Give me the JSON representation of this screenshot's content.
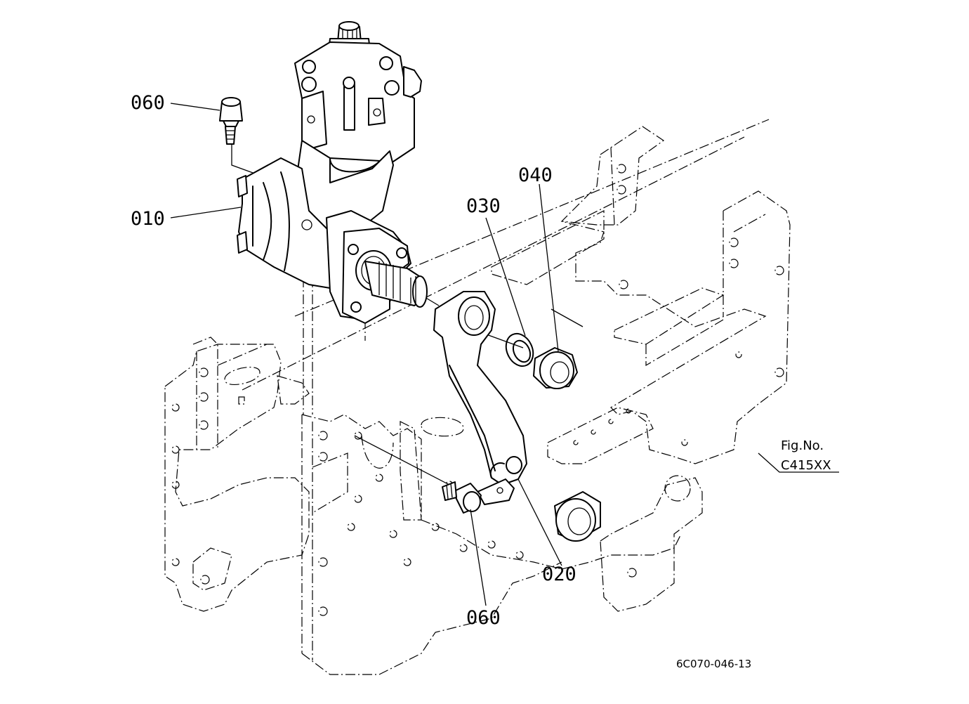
{
  "callouts": [
    {
      "id": "060a",
      "text": "060"
    },
    {
      "id": "010",
      "text": "010"
    },
    {
      "id": "030",
      "text": "030"
    },
    {
      "id": "040",
      "text": "040"
    },
    {
      "id": "020",
      "text": "020"
    },
    {
      "id": "060b",
      "text": "060"
    }
  ],
  "figure_ref": {
    "label": "Fig.No.",
    "code": "C415XX"
  },
  "drawing_code": "6C070-046-13"
}
